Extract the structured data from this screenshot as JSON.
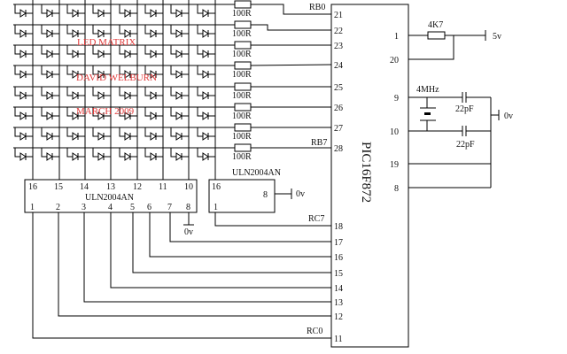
{
  "title_labels": [
    "LED MATRIX",
    "DAVID WELBURN",
    "MARCH 2009"
  ],
  "led_matrix": {
    "rows": 8,
    "cols": 8,
    "resistor_label": "100R"
  },
  "mcu": {
    "name": "PIC16F872",
    "left_pins": [
      "21",
      "22",
      "23",
      "24",
      "25",
      "26",
      "27",
      "28"
    ],
    "bottom_pins": [
      "18",
      "17",
      "16",
      "15",
      "14",
      "13",
      "12",
      "11"
    ],
    "right_pins": [
      "1",
      "20",
      "9",
      "10",
      "19",
      "8"
    ],
    "port_labels": {
      "rb0": "RB0",
      "rb7": "RB7",
      "rc7": "RC7",
      "rc0": "RC0"
    }
  },
  "driver1": {
    "name": "ULN2004AN",
    "top_pins": [
      "16",
      "15",
      "14",
      "13",
      "12",
      "11",
      "10"
    ],
    "bottom_pins": [
      "1",
      "2",
      "3",
      "4",
      "5",
      "6",
      "7",
      "8"
    ]
  },
  "driver2": {
    "name": "ULN2004AN",
    "pin_top": "16",
    "pin_right": "8",
    "pin_bottom": "1"
  },
  "power": {
    "reset_resistor": "4K7",
    "vcc": "5v",
    "ground": "0v"
  },
  "oscillator": {
    "crystal": "4MHz",
    "cap1": "22pF",
    "cap2": "22pF"
  },
  "colors": {
    "wire": "#000000",
    "annotation": "#e03a3a"
  }
}
